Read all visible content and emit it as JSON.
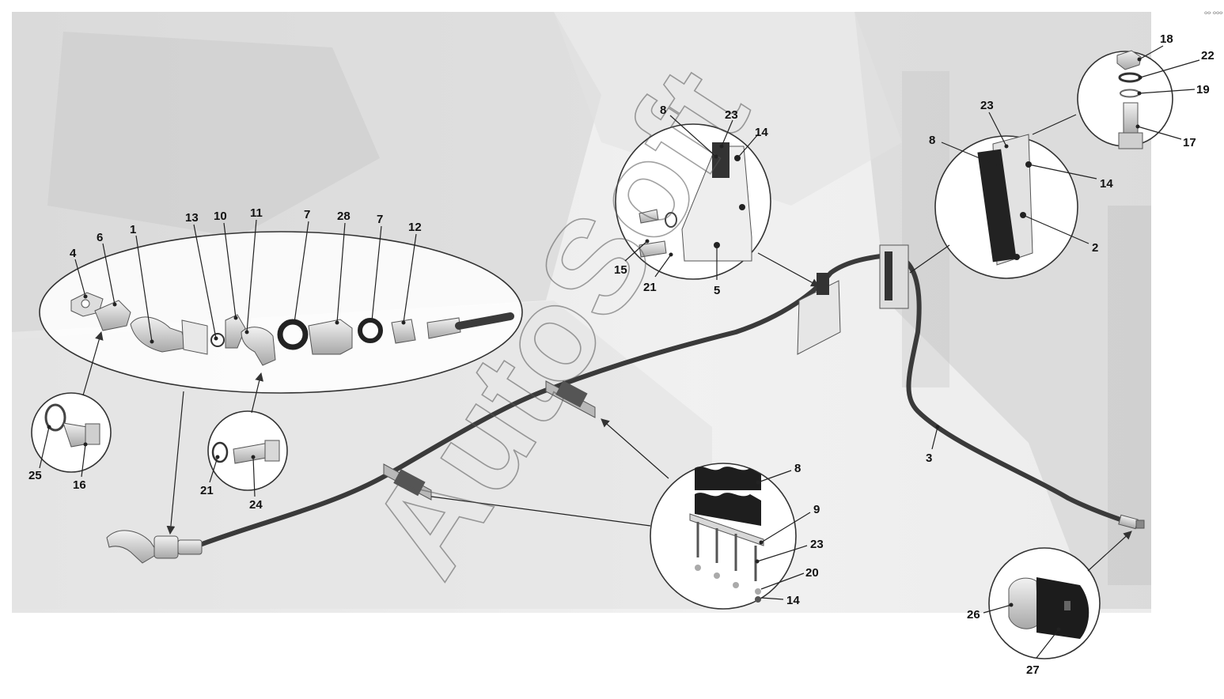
{
  "watermark": "AutoSoft",
  "corner_mark": "ℴℴ ℴℴℴ",
  "callouts": [
    {
      "id": "c4",
      "text": "4"
    },
    {
      "id": "c6",
      "text": "6"
    },
    {
      "id": "c1",
      "text": "1"
    },
    {
      "id": "c13",
      "text": "13"
    },
    {
      "id": "c10",
      "text": "10"
    },
    {
      "id": "c11",
      "text": "11"
    },
    {
      "id": "c7a",
      "text": "7"
    },
    {
      "id": "c28",
      "text": "28"
    },
    {
      "id": "c7b",
      "text": "7"
    },
    {
      "id": "c12",
      "text": "12"
    },
    {
      "id": "c25",
      "text": "25"
    },
    {
      "id": "c16",
      "text": "16"
    },
    {
      "id": "c21a",
      "text": "21"
    },
    {
      "id": "c24",
      "text": "24"
    },
    {
      "id": "c8a",
      "text": "8"
    },
    {
      "id": "c23a",
      "text": "23"
    },
    {
      "id": "c14a",
      "text": "14"
    },
    {
      "id": "c15",
      "text": "15"
    },
    {
      "id": "c21b",
      "text": "21"
    },
    {
      "id": "c5",
      "text": "5"
    },
    {
      "id": "c23b",
      "text": "23"
    },
    {
      "id": "c8b",
      "text": "8"
    },
    {
      "id": "c14b",
      "text": "14"
    },
    {
      "id": "c2",
      "text": "2"
    },
    {
      "id": "c18",
      "text": "18"
    },
    {
      "id": "c22",
      "text": "22"
    },
    {
      "id": "c19",
      "text": "19"
    },
    {
      "id": "c17",
      "text": "17"
    },
    {
      "id": "c3",
      "text": "3"
    },
    {
      "id": "c8c",
      "text": "8"
    },
    {
      "id": "c9",
      "text": "9"
    },
    {
      "id": "c23c",
      "text": "23"
    },
    {
      "id": "c20",
      "text": "20"
    },
    {
      "id": "c14c",
      "text": "14"
    },
    {
      "id": "c26",
      "text": "26"
    },
    {
      "id": "c27",
      "text": "27"
    }
  ]
}
